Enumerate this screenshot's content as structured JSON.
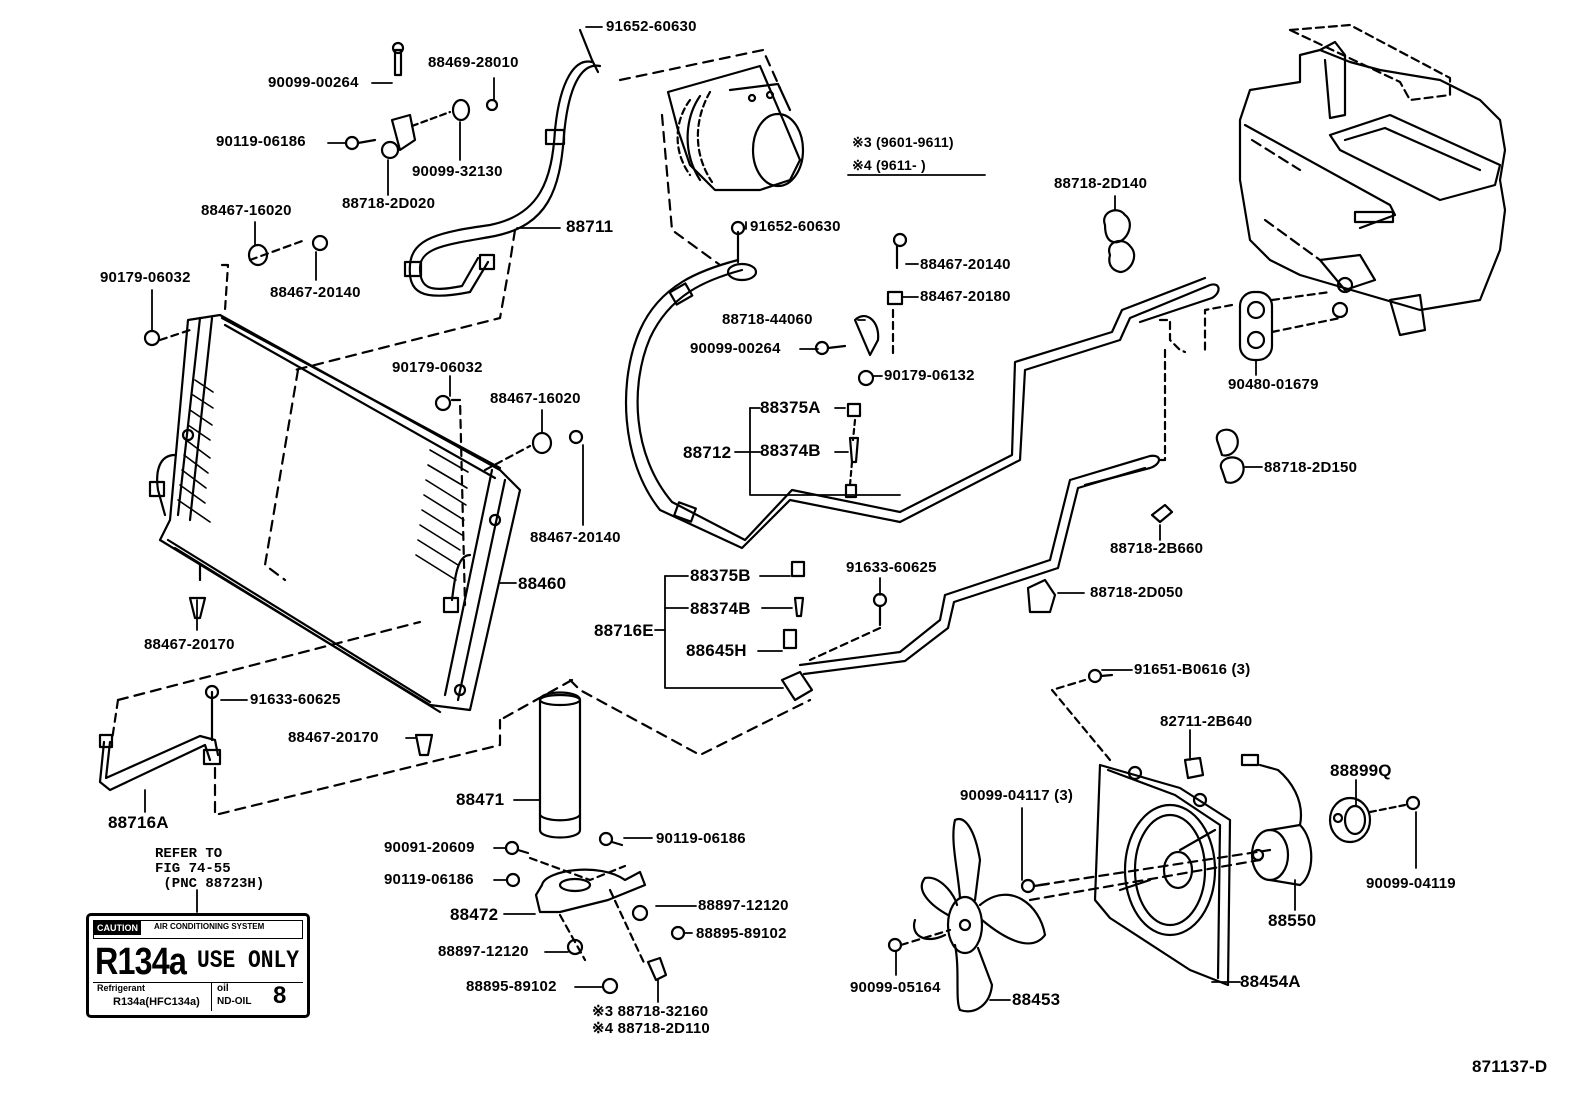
{
  "diagram": {
    "title_code": "871137-D",
    "legend": {
      "note3": "※3 (9601-9611)",
      "note4": "※4 (9611-       )"
    },
    "components": {
      "compressor": "compressor-assembly",
      "condenser": "condenser-assembly",
      "evaporator_unit": "cooling-unit-assembly",
      "receiver": "receiver-dryer",
      "fan": "fan",
      "shroud": "fan-shroud",
      "motor": "fan-motor"
    },
    "labels": [
      {
        "id": "p01",
        "text": "91652-60630"
      },
      {
        "id": "p02",
        "text": "88469-28010"
      },
      {
        "id": "p03",
        "text": "90099-00264"
      },
      {
        "id": "p04",
        "text": "90119-06186"
      },
      {
        "id": "p05",
        "text": "90099-32130"
      },
      {
        "id": "p06",
        "text": "88718-2D020"
      },
      {
        "id": "p07",
        "text": "88467-16020"
      },
      {
        "id": "p08",
        "text": "88711"
      },
      {
        "id": "p09",
        "text": "90179-06032"
      },
      {
        "id": "p10",
        "text": "88467-20140"
      },
      {
        "id": "p11",
        "text": "91652-60630"
      },
      {
        "id": "p12",
        "text": "88467-20140"
      },
      {
        "id": "p13",
        "text": "88467-20180"
      },
      {
        "id": "p14",
        "text": "88718-44060"
      },
      {
        "id": "p15",
        "text": "90099-00264"
      },
      {
        "id": "p16",
        "text": "90179-06132"
      },
      {
        "id": "p17",
        "text": "88718-2D140"
      },
      {
        "id": "p18",
        "text": "90480-01679"
      },
      {
        "id": "p19",
        "text": "90179-06032"
      },
      {
        "id": "p20",
        "text": "88467-16020"
      },
      {
        "id": "p21",
        "text": "88375A"
      },
      {
        "id": "p22",
        "text": "88712"
      },
      {
        "id": "p23",
        "text": "88374B"
      },
      {
        "id": "p24",
        "text": "88718-2D150"
      },
      {
        "id": "p25",
        "text": "88467-20140"
      },
      {
        "id": "p26",
        "text": "88718-2B660"
      },
      {
        "id": "p27",
        "text": "88460"
      },
      {
        "id": "p28",
        "text": "88375B"
      },
      {
        "id": "p29",
        "text": "91633-60625"
      },
      {
        "id": "p30",
        "text": "88374B"
      },
      {
        "id": "p31",
        "text": "88716E"
      },
      {
        "id": "p32",
        "text": "88718-2D050"
      },
      {
        "id": "p33",
        "text": "88645H"
      },
      {
        "id": "p34",
        "text": "88467-20170"
      },
      {
        "id": "p35",
        "text": "91651-B0616 (3)"
      },
      {
        "id": "p36",
        "text": "91633-60625"
      },
      {
        "id": "p37",
        "text": "82711-2B640"
      },
      {
        "id": "p38",
        "text": "88467-20170"
      },
      {
        "id": "p39",
        "text": "88899Q"
      },
      {
        "id": "p40",
        "text": "88716A"
      },
      {
        "id": "p41",
        "text": "88471"
      },
      {
        "id": "p42",
        "text": "90099-04117 (3)"
      },
      {
        "id": "p43",
        "text": "90091-20609"
      },
      {
        "id": "p44",
        "text": "90119-06186"
      },
      {
        "id": "p45",
        "text": "90119-06186"
      },
      {
        "id": "p46",
        "text": "90099-04119"
      },
      {
        "id": "p47",
        "text": "88472"
      },
      {
        "id": "p48",
        "text": "88897-12120"
      },
      {
        "id": "p49",
        "text": "88550"
      },
      {
        "id": "p50",
        "text": "88895-89102"
      },
      {
        "id": "p51",
        "text": "88897-12120"
      },
      {
        "id": "p52",
        "text": "88895-89102"
      },
      {
        "id": "p53",
        "text": "※3 88718-32160"
      },
      {
        "id": "p54",
        "text": "※4 88718-2D110"
      },
      {
        "id": "p55",
        "text": "90099-05164"
      },
      {
        "id": "p56",
        "text": "88453"
      },
      {
        "id": "p57",
        "text": "88454A"
      }
    ],
    "reference_note": {
      "line1": "REFER TO",
      "line2": "FIG 74-55",
      "line3": " (PNC 88723H)"
    },
    "caution_label": {
      "badge": "CAUTION",
      "system": "AIR CONDITIONING SYSTEM",
      "refrigerant_type": "R134a",
      "use_only": "USE ONLY",
      "refrigerant_caption": "Refrigerant",
      "refrigerant_value": "R134a(HFC134a)",
      "oil_caption": "oil",
      "oil_value": "ND-OIL",
      "oil_number": "8"
    }
  }
}
